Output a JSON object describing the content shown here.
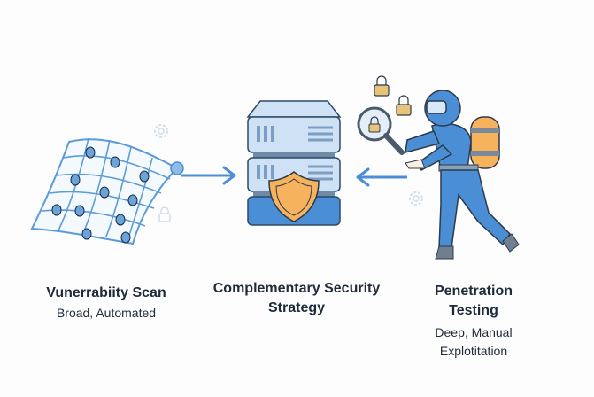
{
  "diagram": {
    "left": {
      "title": "Vunerrabiity Scan",
      "subtitle": "Broad, Automated",
      "icon": "bug-net-icon"
    },
    "center": {
      "title_line1": "Complementary Security",
      "title_line2": "Strategy",
      "icon": "server-shield-icon"
    },
    "right": {
      "title_line1": "Penetration",
      "title_line2": "Testing",
      "subtitle_line1": "Deep, Manual",
      "subtitle_line2": "Explotitation",
      "icon": "diver-tester-icon"
    },
    "arrows": {
      "left_to_center": "arrow-right-icon",
      "right_to_center": "arrow-left-icon"
    },
    "colors": {
      "primary_blue": "#4a8fd6",
      "light_blue": "#bcd6ef",
      "server_blue": "#cfe2f5",
      "shield_orange": "#f6b25c",
      "lock_gold": "#e9c37a",
      "text_dark": "#1e2b3a",
      "decor_gray": "#c9d9e8"
    }
  }
}
